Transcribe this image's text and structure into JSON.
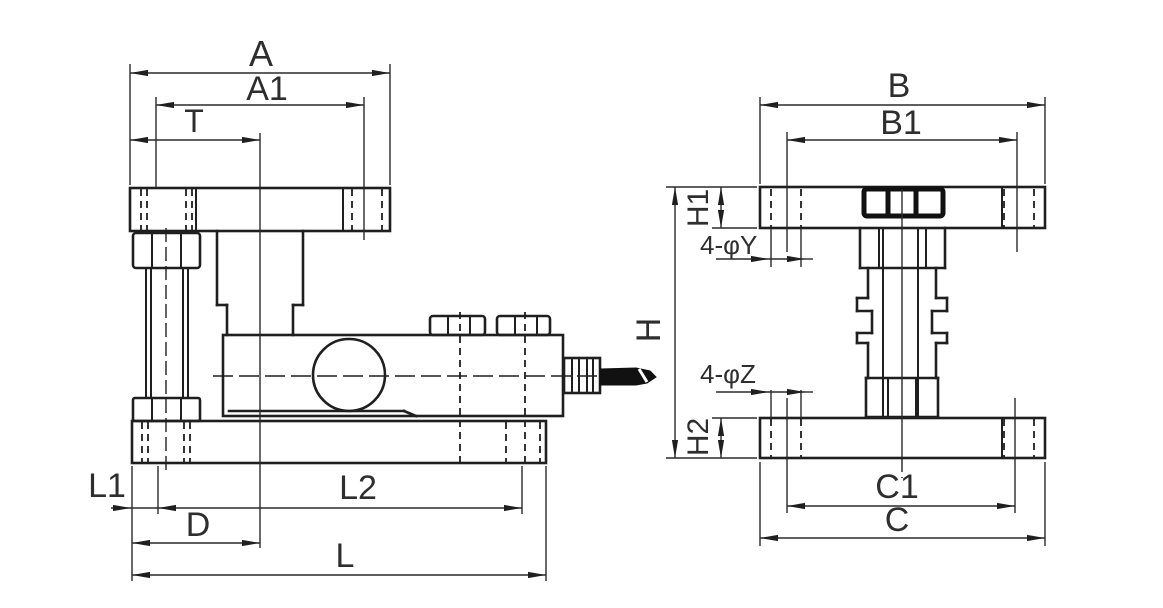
{
  "drawing": {
    "side_view": {
      "labels": {
        "a": "A",
        "a1": "A1",
        "t": "T",
        "l1": "L1",
        "l2": "L2",
        "d": "D",
        "l": "L"
      }
    },
    "end_view": {
      "labels": {
        "b": "B",
        "b1": "B1",
        "h": "H",
        "h1": "H1",
        "h2": "H2",
        "c1": "C1",
        "c": "C",
        "holes_top": "4-φY",
        "holes_bottom": "4-φZ"
      }
    },
    "colors": {
      "background": "#ffffff",
      "line": "#1f1f1f",
      "text": "#2e2e2e"
    }
  }
}
